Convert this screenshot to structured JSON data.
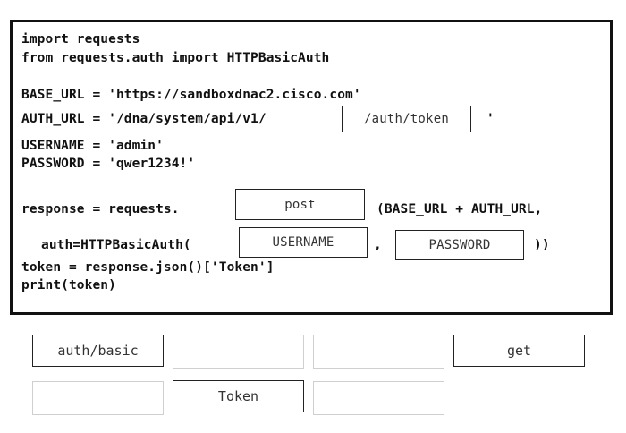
{
  "code": {
    "line1": "import requests",
    "line2": "from requests.auth import HTTPBasicAuth",
    "line3": "BASE_URL = 'https://sandboxdnac2.cisco.com'",
    "line4_prefix": "AUTH_URL = '/dna/system/api/v1/",
    "line4_suffix": "'",
    "line5": "USERNAME = 'admin'",
    "line6": "PASSWORD = 'qwer1234!'",
    "line7_prefix": "response = requests.",
    "line7_suffix": "(BASE_URL + AUTH_URL,",
    "line8_prefix": "auth=HTTPBasicAuth(",
    "line8_comma": ",",
    "line8_suffix": "))",
    "line9": "token = response.json()['Token']",
    "line10": "print(token)"
  },
  "answers": {
    "auth_path": "/auth/token",
    "method": "post",
    "user_arg": "USERNAME",
    "pass_arg": "PASSWORD"
  },
  "options": {
    "row1": [
      "auth/basic",
      "",
      "",
      "get"
    ],
    "row2": [
      "",
      "Token",
      ""
    ]
  }
}
